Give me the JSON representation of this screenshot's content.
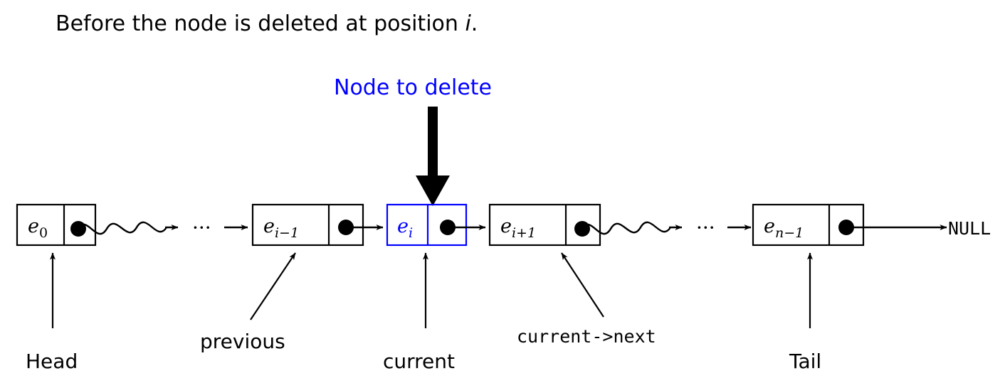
{
  "slide": {
    "title_prefix": "Before the node is deleted at position ",
    "title_var": "i",
    "title_suffix": "."
  },
  "callout": {
    "label": "Node to delete",
    "color": "#0000ff",
    "arrow": "thick-down-arrow"
  },
  "list": {
    "terminator": "NULL",
    "ellipsis": "···",
    "nodes": [
      {
        "id": "node-head",
        "base": "e",
        "sub": "0",
        "highlight": false
      },
      {
        "id": "node-previous",
        "base": "e",
        "sub": "i−1",
        "highlight": false
      },
      {
        "id": "node-current",
        "base": "e",
        "sub": "i",
        "highlight": true
      },
      {
        "id": "node-next",
        "base": "e",
        "sub": "i+1",
        "highlight": false
      },
      {
        "id": "node-tail",
        "base": "e",
        "sub": "n−1",
        "highlight": false
      }
    ]
  },
  "annotations": [
    {
      "id": "head-label",
      "label": "Head",
      "mono": false
    },
    {
      "id": "previous-label",
      "label": "previous",
      "mono": false
    },
    {
      "id": "current-label",
      "label": "current",
      "mono": false
    },
    {
      "id": "next-label",
      "label": "current->next",
      "mono": true
    },
    {
      "id": "tail-label",
      "label": "Tail",
      "mono": false
    }
  ],
  "colors": {
    "background": "#ffffff",
    "foreground": "#000000",
    "highlight": "#0000ff"
  }
}
